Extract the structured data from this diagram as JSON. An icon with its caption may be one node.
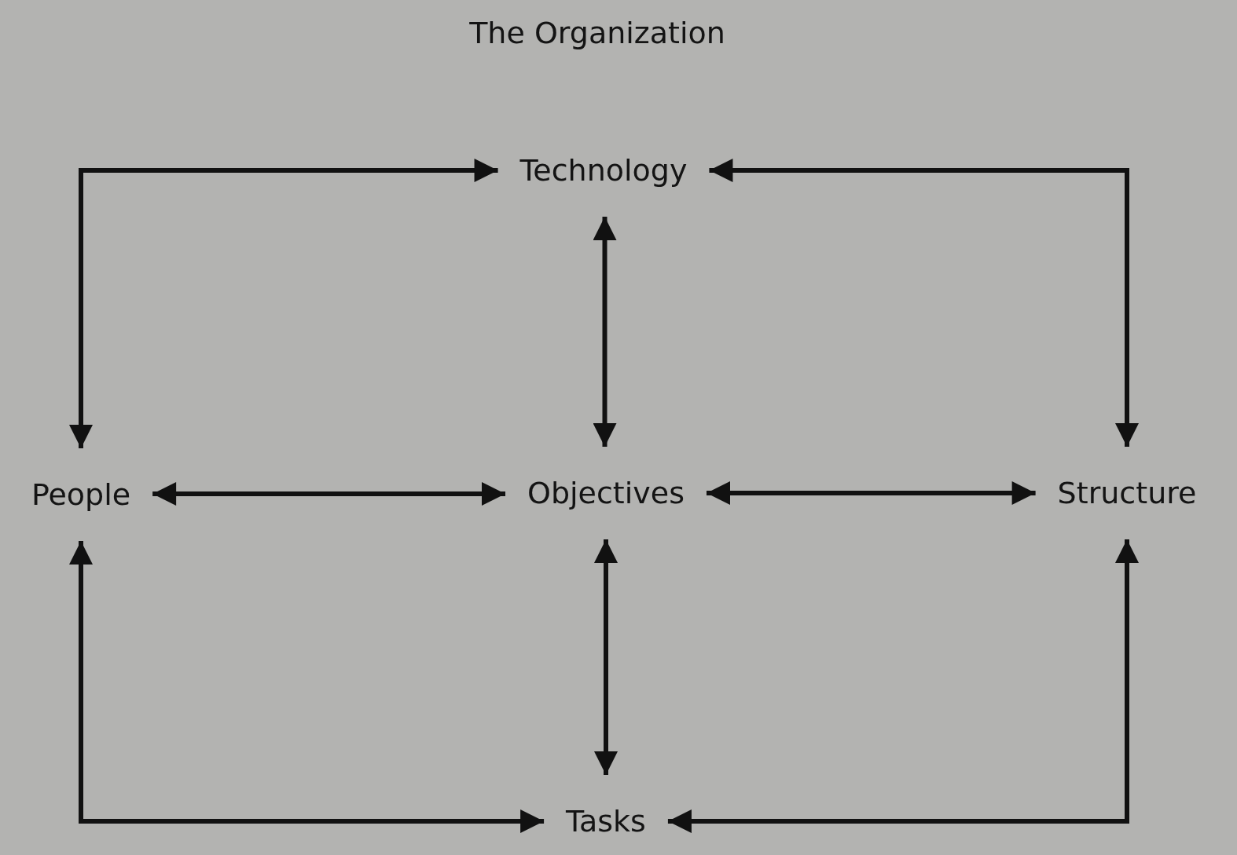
{
  "diagram": {
    "title": "The Organization",
    "nodes": [
      {
        "text": [
          "Technology"
        ]
      },
      {
        "text": [
          "People"
        ]
      },
      {
        "text": [
          "Objectives"
        ]
      },
      {
        "text": [
          "Structure"
        ]
      },
      {
        "text": [
          "Tasks"
        ]
      }
    ],
    "edges": [
      {
        "from": 1,
        "to": 0,
        "arrow": "both"
      },
      {
        "from": 3,
        "to": 0,
        "arrow": "both"
      },
      {
        "from": 0,
        "to": 2,
        "arrow": "both"
      },
      {
        "from": 1,
        "to": 2,
        "arrow": "both"
      },
      {
        "from": 2,
        "to": 3,
        "arrow": "both"
      },
      {
        "from": 2,
        "to": 4,
        "arrow": "both"
      },
      {
        "from": 1,
        "to": 4,
        "arrow": "both"
      },
      {
        "from": 3,
        "to": 4,
        "arrow": "both"
      }
    ]
  }
}
